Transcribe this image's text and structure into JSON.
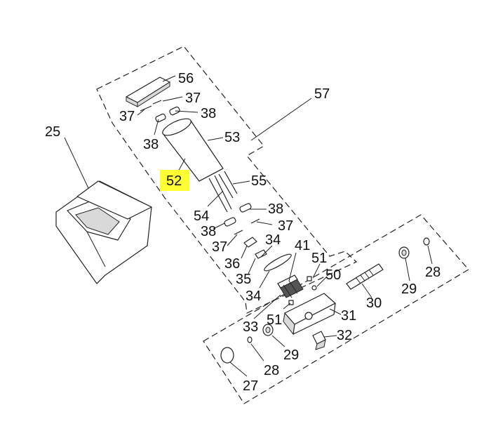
{
  "highlight_color": "#ffff33",
  "highlighted_callout": "52",
  "callouts": {
    "c25": "25",
    "c27": "27",
    "c28a": "28",
    "c28b": "28",
    "c29a": "29",
    "c29b": "29",
    "c30": "30",
    "c31": "31",
    "c32": "32",
    "c33": "33",
    "c34a": "34",
    "c34b": "34",
    "c35": "35",
    "c36": "36",
    "c37a": "37",
    "c37b": "37",
    "c37c": "37",
    "c37d": "37",
    "c38a": "38",
    "c38b": "38",
    "c38c": "38",
    "c38d": "38",
    "c41": "41",
    "c50": "50",
    "c51a": "51",
    "c51b": "51",
    "c52": "52",
    "c53": "53",
    "c54": "54",
    "c55": "55",
    "c56": "56",
    "c57": "57"
  }
}
